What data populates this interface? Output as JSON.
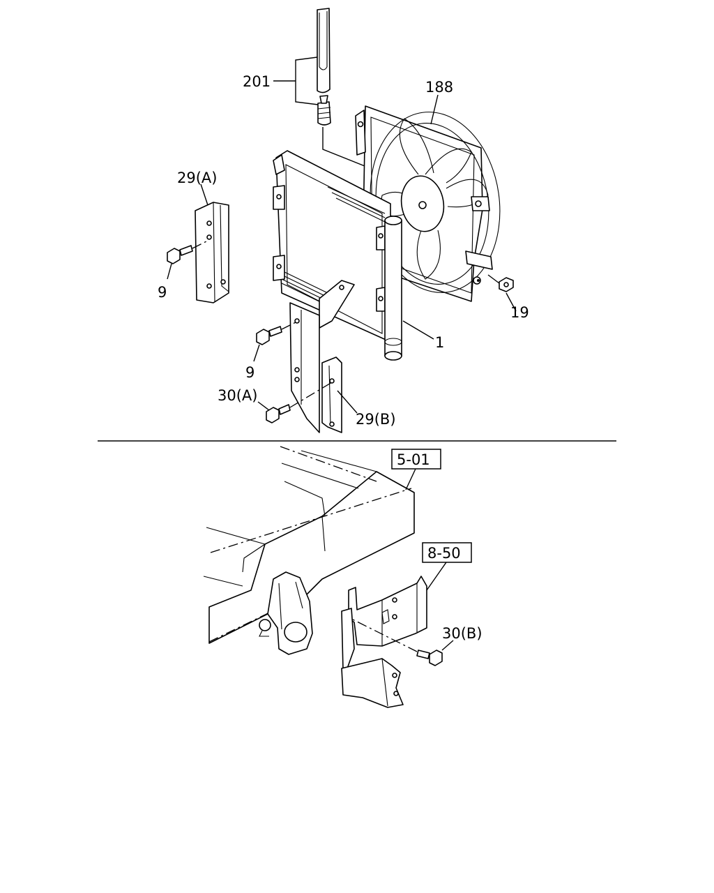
{
  "labels": {
    "part_201": "201",
    "part_188": "188",
    "part_29a": "29(A)",
    "part_9_upper": "9",
    "part_19": "19",
    "part_1": "1",
    "part_9_lower": "9",
    "part_30a": "30(A)",
    "part_29b": "29(B)",
    "ref_5_01": "5-01",
    "ref_8_50": "8-50",
    "part_30b": "30(B)"
  }
}
